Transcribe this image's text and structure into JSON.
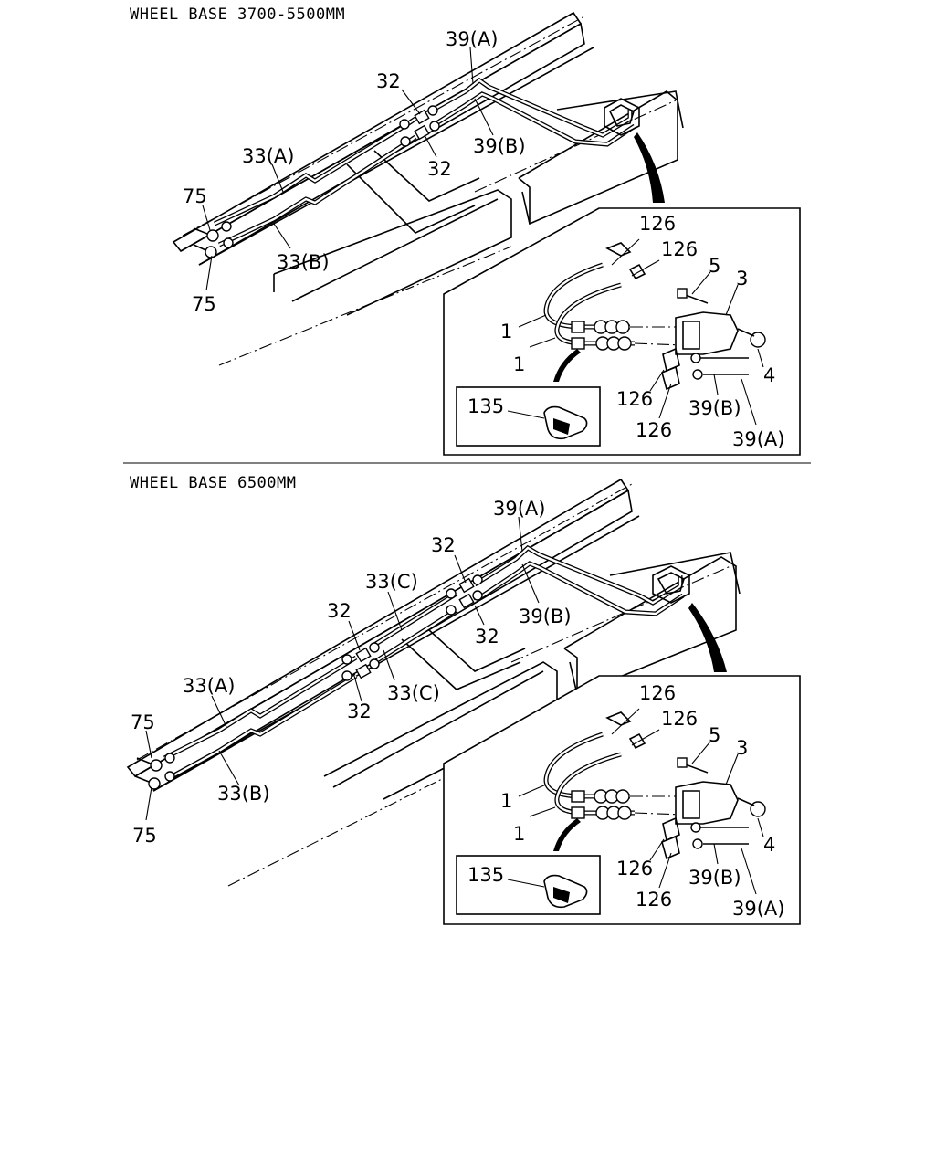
{
  "diagrams": [
    {
      "title": "WHEEL BASE 3700-5500MM",
      "labels": {
        "l39a": "39(A)",
        "l32a": "32",
        "l32b": "32",
        "l39b": "39(B)",
        "l33a": "33(A)",
        "l33b": "33(B)",
        "l75a": "75",
        "l75b": "75"
      },
      "detail": {
        "l126a": "126",
        "l126b": "126",
        "l5": "5",
        "l3": "3",
        "l1a": "1",
        "l1b": "1",
        "l4": "4",
        "l126c": "126",
        "l39b": "39(B)",
        "l126d": "126",
        "l39a": "39(A)",
        "l135": "135"
      }
    },
    {
      "title": "WHEEL BASE 6500MM",
      "labels": {
        "l39a": "39(A)",
        "l32a": "32",
        "l33c1": "33(C)",
        "l32b": "32",
        "l39b": "39(B)",
        "l32c": "32",
        "l33c2": "33(C)",
        "l32d": "32",
        "l33a": "33(A)",
        "l33b": "33(B)",
        "l75a": "75",
        "l75b": "75"
      },
      "detail": {
        "l126a": "126",
        "l126b": "126",
        "l5": "5",
        "l3": "3",
        "l1a": "1",
        "l1b": "1",
        "l4": "4",
        "l126c": "126",
        "l39b": "39(B)",
        "l126d": "126",
        "l39a": "39(A)",
        "l135": "135"
      }
    }
  ]
}
